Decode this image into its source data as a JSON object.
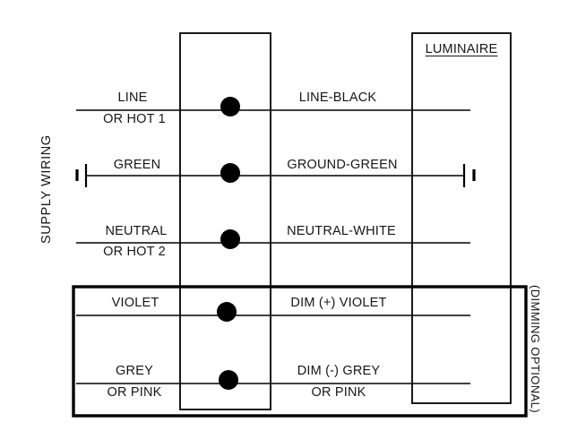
{
  "diagram": {
    "title_luminaire": "LUMINAIRE",
    "side_label_left": "SUPPLY WIRING",
    "side_label_right": "(DIMMING OPTIONAL)",
    "rows": [
      {
        "id": "line",
        "supply_primary": "LINE",
        "supply_secondary": "OR HOT 1",
        "load_primary": "LINE-BLACK",
        "load_secondary": "",
        "has_ground_symbol": false
      },
      {
        "id": "ground",
        "supply_primary": "GREEN",
        "supply_secondary": "",
        "load_primary": "GROUND-GREEN",
        "load_secondary": "",
        "has_ground_symbol": true
      },
      {
        "id": "neutral",
        "supply_primary": "NEUTRAL",
        "supply_secondary": "OR HOT 2",
        "load_primary": "NEUTRAL-WHITE",
        "load_secondary": "",
        "has_ground_symbol": false
      },
      {
        "id": "dim-positive",
        "supply_primary": "VIOLET",
        "supply_secondary": "",
        "load_primary": "DIM (+) VIOLET",
        "load_secondary": "",
        "has_ground_symbol": false
      },
      {
        "id": "dim-negative",
        "supply_primary": "GREY",
        "supply_secondary": "OR PINK",
        "load_primary": "DIM (-) GREY",
        "load_secondary": "OR PINK",
        "has_ground_symbol": false
      }
    ],
    "colors": {
      "stroke": "#000000",
      "background": "#ffffff",
      "text": "#161616"
    }
  }
}
